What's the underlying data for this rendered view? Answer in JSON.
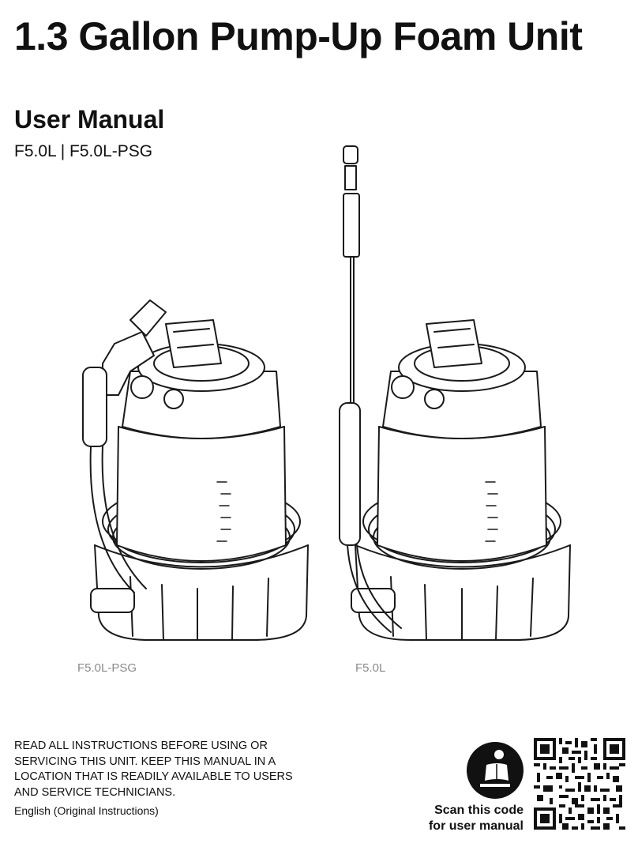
{
  "header": {
    "title": "1.3 Gallon Pump-Up Foam Unit",
    "subtitle": "User Manual",
    "models": "F5.0L | F5.0L-PSG"
  },
  "figures": {
    "left_caption": "F5.0L-PSG",
    "right_caption": "F5.0L"
  },
  "footer": {
    "warning": "READ ALL INSTRUCTIONS BEFORE USING OR SERVICING THIS UNIT. KEEP THIS MANUAL IN A LOCATION THAT IS READILY AVAILABLE TO USERS AND SERVICE TECHNICIANS.",
    "language": "English (Original Instructions)",
    "scan_line1": "Scan this code",
    "scan_line2": "for user manual"
  },
  "icons": {
    "read_manual": "read-manual-icon",
    "qr": "qr-code"
  },
  "colors": {
    "text": "#111111",
    "caption": "#8a8a8a"
  }
}
